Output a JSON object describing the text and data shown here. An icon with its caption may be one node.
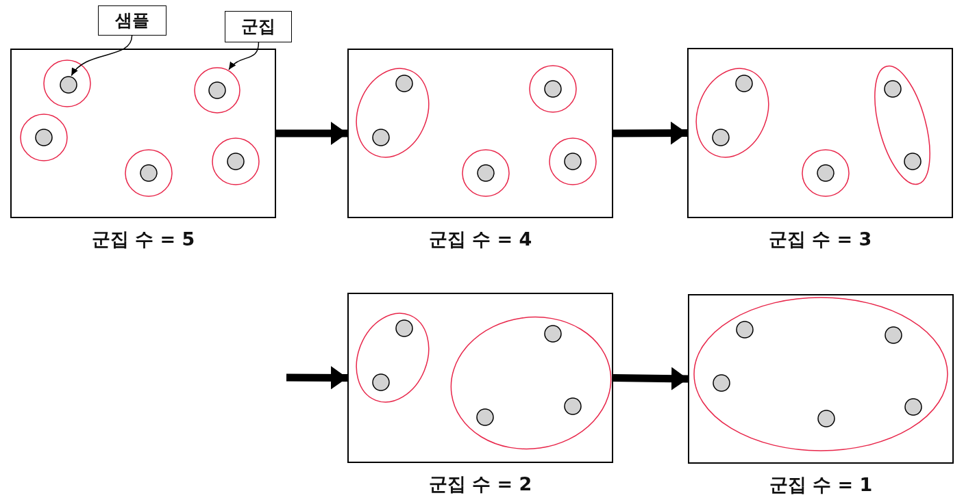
{
  "diagram": {
    "nodes": [
      {
        "text": [
          "샘플"
        ]
      },
      {
        "text": [
          "군집"
        ]
      },
      {
        "text": [],
        "shape": "box",
        "beside": [
          "군집 수 = 5"
        ]
      },
      {
        "text": [],
        "shape": "circle",
        "in": 2
      },
      {
        "text": [],
        "shape": "circle",
        "in": 2
      },
      {
        "text": [],
        "shape": "box",
        "beside": [
          "군집 수 = 4"
        ]
      },
      {
        "text": [],
        "shape": "box",
        "beside": [
          "군집 수 = 3"
        ]
      },
      {
        "text": [],
        "shape": "box",
        "beside": [
          "군집 수 = 2"
        ]
      },
      {
        "text": [],
        "shape": "box",
        "beside": [
          "군집 수 = 1"
        ]
      }
    ],
    "edges": [
      {
        "from": 0,
        "to": 3,
        "arrow": "to"
      },
      {
        "from": 1,
        "to": 4,
        "arrow": "to"
      },
      {
        "from": 2,
        "to": 5,
        "arrow": "to"
      },
      {
        "from": 5,
        "to": 6,
        "arrow": "to"
      },
      {
        "from": null,
        "to": 7,
        "arrow": "to"
      },
      {
        "from": 7,
        "to": 8,
        "arrow": "to"
      }
    ]
  }
}
